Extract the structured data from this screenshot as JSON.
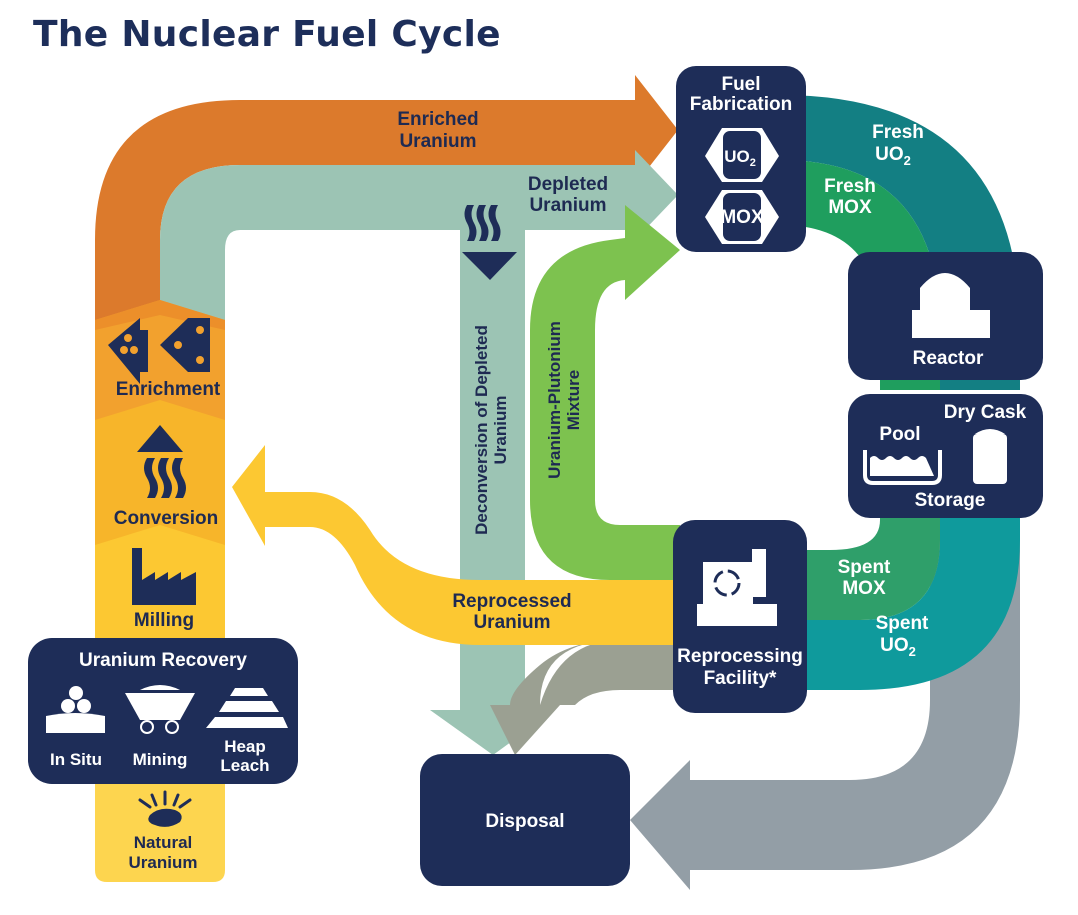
{
  "title": "The Nuclear Fuel Cycle",
  "colors": {
    "navy": "#1e2d58",
    "orange": "#dc7a2c",
    "light_orange": "#f2a12e",
    "amber": "#f7b52a",
    "yellow": "#fcc832",
    "pale_yellow": "#fdd54f",
    "sage": "#9cc4b4",
    "lime": "#7dc24f",
    "teal": "#137f83",
    "green": "#1f9e5e",
    "aqua": "#0f9a9c",
    "spent_mox_green": "#2f9f6a",
    "gray": "#939ea6",
    "olive_gray": "#9ba092"
  },
  "stages": {
    "enrichment": "Enrichment",
    "conversion": "Conversion",
    "milling": "Milling",
    "natural_uranium": [
      "Natural",
      "Uranium"
    ]
  },
  "uranium_recovery": {
    "title": "Uranium Recovery",
    "methods": [
      {
        "icon": "in-situ-icon",
        "label": [
          "In Situ"
        ]
      },
      {
        "icon": "mining-cart-icon",
        "label": [
          "Mining"
        ]
      },
      {
        "icon": "heap-leach-icon",
        "label": [
          "Heap",
          "Leach"
        ]
      }
    ]
  },
  "fuel_fabrication": {
    "title": [
      "Fuel",
      "Fabrication"
    ],
    "fuels": [
      "UO",
      "MOX"
    ],
    "uo2_subscript": "2"
  },
  "reactor": {
    "label": "Reactor"
  },
  "storage": {
    "pool": "Pool",
    "dry_cask": "Dry Cask",
    "label": "Storage"
  },
  "reprocessing": {
    "label": [
      "Reprocessing",
      "Facility*"
    ]
  },
  "disposal": {
    "label": "Disposal"
  },
  "flows": {
    "enriched_uranium": [
      "Enriched",
      "Uranium"
    ],
    "depleted_uranium": [
      "Depleted",
      "Uranium"
    ],
    "deconversion": [
      "Deconversion of Depleted",
      "Uranium"
    ],
    "uranium_plutonium": [
      "Uranium-Plutonium",
      "Mixture"
    ],
    "reprocessed_uranium": [
      "Reprocessed",
      "Uranium"
    ],
    "fresh_uo2": [
      "Fresh",
      "UO"
    ],
    "fresh_mox": [
      "Fresh",
      "MOX"
    ],
    "spent_mox": [
      "Spent",
      "MOX"
    ],
    "spent_uo2": [
      "Spent",
      "UO"
    ],
    "subscript": "2"
  }
}
